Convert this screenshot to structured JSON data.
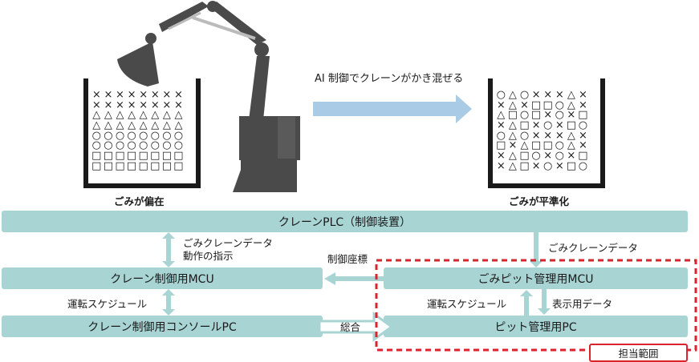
{
  "top": {
    "action_label": "AI 制御でクレーンがかき混ぜる",
    "left_caption": "ごみが偏在",
    "right_caption": "ごみが平準化"
  },
  "left_bin_rows": [
    "××××××××",
    "××××××××",
    "△△△△△△△△",
    "△△△△△△△△",
    "○○○○○○○○",
    "○○○○○○○○",
    "□□□□□□□□",
    "□□□□□□□□"
  ],
  "right_bin_rows": [
    "○△○×××△×",
    "×△×□□○△×",
    "△□○□×○×□",
    "×△□×○×□○",
    "○△○×××△×",
    "□×△□□○△×",
    "×△□○×○×□",
    "×△□×○×□○"
  ],
  "boxes": {
    "plc": "クレーンPLC（制御装置）",
    "crane_mcu": "クレーン制御用MCU",
    "console_pc": "クレーン制御用コンソールPC",
    "pit_mcu": "ごみピット管理用MCU",
    "pit_pc": "ピット管理用PC"
  },
  "labels": {
    "plc_to_crane_mcu_1": "ごみクレーンデータ",
    "plc_to_crane_mcu_2": "動作の指示",
    "plc_to_pit_mcu": "ごみクレーンデータ",
    "control_coords": "制御座標",
    "schedule_left": "運転スケジュール",
    "schedule_right": "運転スケジュール",
    "display_data": "表示用データ",
    "integration": "総合"
  },
  "badge": "担当範囲",
  "colors": {
    "box_fill": "#a8d4d4",
    "arrow": "#a8d4d4",
    "big_arrow": "#a9cbe6",
    "scope_border": "#d9232d",
    "machine": "#4a4a4a"
  }
}
